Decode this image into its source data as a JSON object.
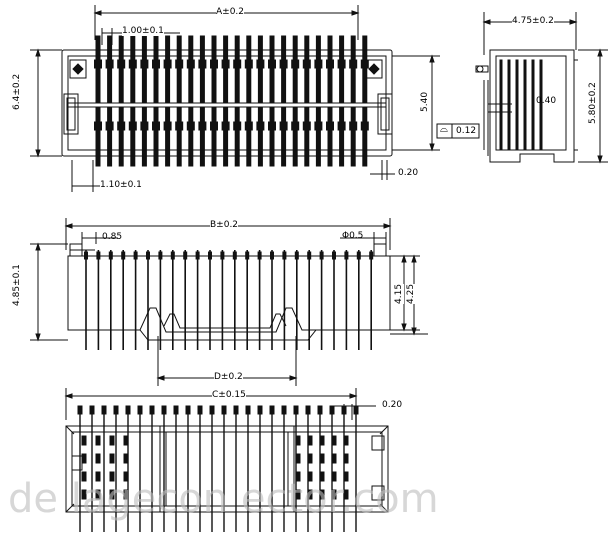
{
  "top_view": {
    "dim_a": "A±0.2",
    "dim_pitch": "1.00±0.1",
    "dim_height": "6.4±0.2",
    "dim_inner": "5.40",
    "dim_offset": "1.10±0.1",
    "dim_tail": "0.20"
  },
  "side_view": {
    "dim_width": "4.75±0.2",
    "dim_height": "5.80±0.2",
    "dim_lead": "0.40",
    "tolerance_value": "0.12"
  },
  "front_view": {
    "dim_b": "B±0.2",
    "dim_left": "0.85",
    "dim_hole": "Φ0.5",
    "dim_height": "4.85±0.1",
    "dim_h1": "4.15",
    "dim_h2": "4.25",
    "dim_d": "D±0.2"
  },
  "bottom_view": {
    "dim_c": "C±0.15",
    "dim_tail": "0.20"
  },
  "watermark": "de lagecon ector.com"
}
